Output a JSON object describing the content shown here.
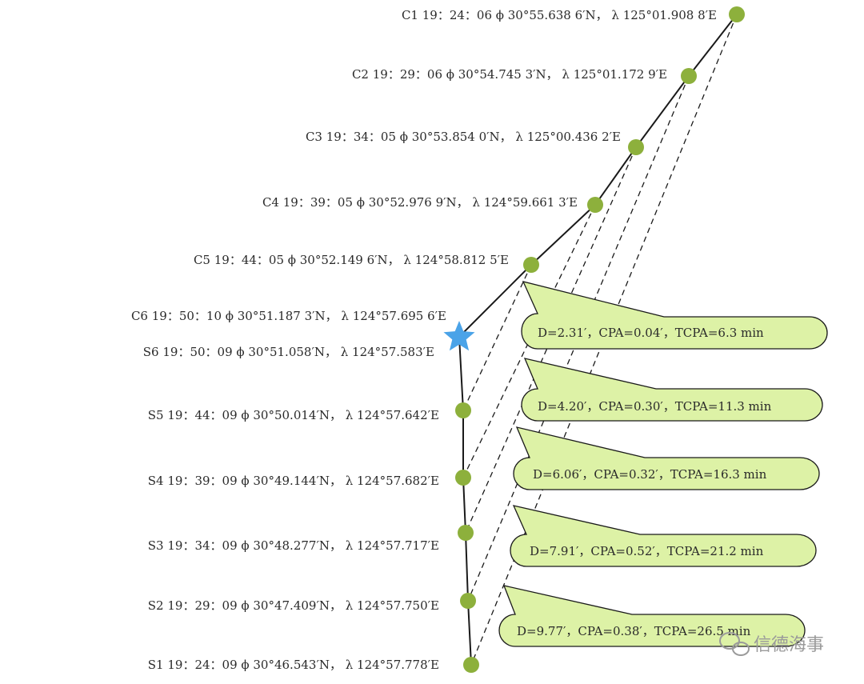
{
  "ship_c": [
    {
      "label": "C1 19：24：06 ϕ 30°55.638 6′N，  λ 125°01.908 8′E"
    },
    {
      "label": "C2 19：29：06 ϕ 30°54.745 3′N，  λ 125°01.172 9′E"
    },
    {
      "label": "C3 19：34：05 ϕ 30°53.854 0′N，  λ 125°00.436 2′E"
    },
    {
      "label": "C4 19：39：05 ϕ 30°52.976 9′N，  λ 124°59.661 3′E"
    },
    {
      "label": "C5 19：44：05 ϕ 30°52.149 6′N，  λ 124°58.812 5′E"
    },
    {
      "label": "C6 19：50：10 ϕ 30°51.187 3′N，  λ 124°57.695 6′E"
    }
  ],
  "ship_s": [
    {
      "label": "S6 19：50：09  ϕ 30°51.058′N，  λ 124°57.583′E"
    },
    {
      "label": "S5 19：44：09  ϕ 30°50.014′N，  λ 124°57.642′E"
    },
    {
      "label": "S4 19：39：09  ϕ 30°49.144′N，  λ 124°57.682′E"
    },
    {
      "label": "S3 19：34：09  ϕ 30°48.277′N，  λ 124°57.717′E"
    },
    {
      "label": "S2 19：29：09  ϕ 30°47.409′N，  λ 124°57.750′E"
    },
    {
      "label": "S1 19：24：09  ϕ 30°46.543′N，  λ 124°57.778′E"
    }
  ],
  "callouts": [
    {
      "text": "D=2.31′，CPA=0.04′，TCPA=6.3 min"
    },
    {
      "text": "D=4.20′，CPA=0.30′，TCPA=11.3 min"
    },
    {
      "text": "D=6.06′，CPA=0.32′，TCPA=16.3 min"
    },
    {
      "text": "D=7.91′，CPA=0.52′，TCPA=21.2 min"
    },
    {
      "text": "D=9.77′，CPA=0.38′，TCPA=26.5 min"
    }
  ],
  "watermark": {
    "text": "信德海事"
  },
  "colors": {
    "track_point": "#8db03c",
    "collision_star": "#4aa3e8",
    "callout_fill": "#ddf2a6",
    "line": "#1a1a1a"
  }
}
